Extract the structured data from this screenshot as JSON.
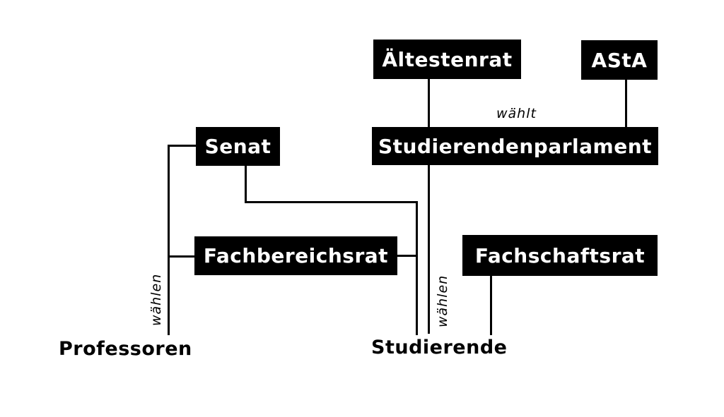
{
  "boxes": {
    "aeltestenrat": "Ältestenrat",
    "asta": "AStA",
    "senat": "Senat",
    "studierendenparlament": "Studierendenparlament",
    "fachbereichsrat": "Fachbereichsrat",
    "fachschaftsrat": "Fachschaftsrat"
  },
  "groups": {
    "professoren": "Professoren",
    "studierende": "Studierende"
  },
  "edge_labels": {
    "waehlt": "wählt",
    "waehlen_professoren": "wählen",
    "waehlen_studierende": "wählen"
  }
}
